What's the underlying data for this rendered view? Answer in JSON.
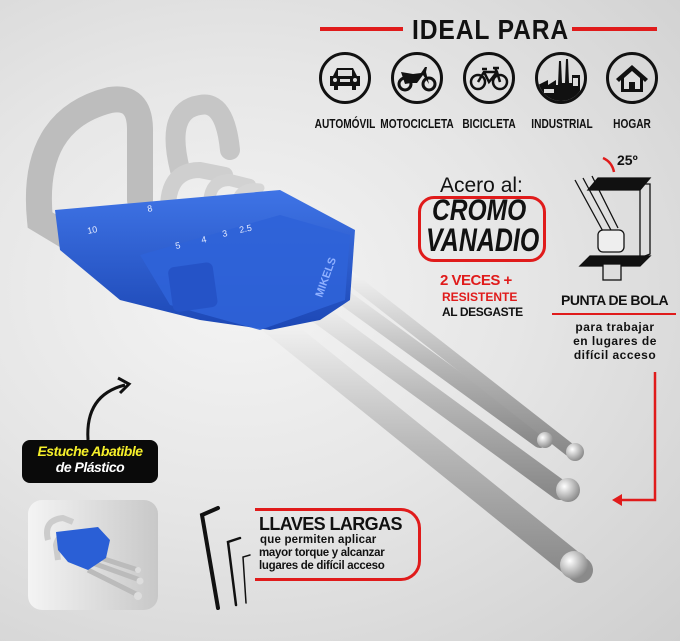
{
  "ideal_para": {
    "title": "IDEAL PARA",
    "items": [
      {
        "label": "AUTOMÓVIL",
        "icon": "car-icon"
      },
      {
        "label": "MOTOCICLETA",
        "icon": "motorcycle-icon"
      },
      {
        "label": "BICICLETA",
        "icon": "bicycle-icon"
      },
      {
        "label": "INDUSTRIAL",
        "icon": "factory-icon"
      },
      {
        "label": "HOGAR",
        "icon": "house-icon"
      }
    ]
  },
  "material": {
    "intro": "Acero al:",
    "line1": "CROMO",
    "line2": "VANADIO",
    "claim1": "2 VECES +",
    "claim2": "RESISTENTE",
    "claim3": "AL DESGASTE"
  },
  "ball_tip": {
    "angle": "25º",
    "title": "PUNTA DE BOLA",
    "desc1": "para trabajar",
    "desc2": "en lugares de",
    "desc3": "difícil acceso"
  },
  "case": {
    "line1": "Estuche Abatible",
    "line2": "de Plástico",
    "brand": "MIKELS",
    "sizes": [
      "10",
      "8",
      "5",
      "4",
      "3",
      "2.5"
    ]
  },
  "long_keys": {
    "title": "LLAVES LARGAS",
    "line1": "que permiten aplicar",
    "line2": "mayor torque y alcanzar",
    "line3": "lugares de difícil acceso"
  },
  "colors": {
    "accent": "#e01b1b",
    "case_blue": "#2a5fd6",
    "label_yellow": "#f5ef2a"
  }
}
